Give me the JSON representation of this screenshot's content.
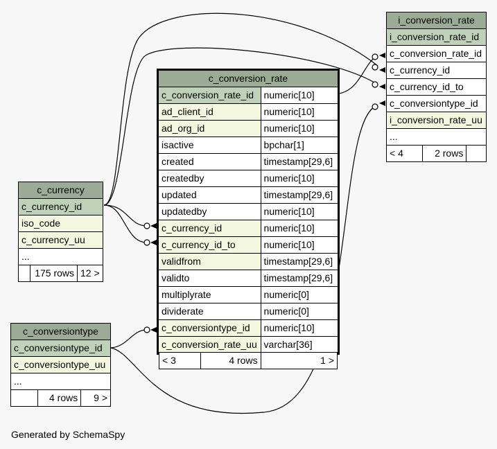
{
  "footer": "Generated by SchemaSpy",
  "c_conversion_rate": {
    "title": "c_conversion_rate",
    "columns": [
      {
        "name": "c_conversion_rate_id",
        "type": "numeric[10]"
      },
      {
        "name": "ad_client_id",
        "type": "numeric[10]"
      },
      {
        "name": "ad_org_id",
        "type": "numeric[10]"
      },
      {
        "name": "isactive",
        "type": "bpchar[1]"
      },
      {
        "name": "created",
        "type": "timestamp[29,6]"
      },
      {
        "name": "createdby",
        "type": "numeric[10]"
      },
      {
        "name": "updated",
        "type": "timestamp[29,6]"
      },
      {
        "name": "updatedby",
        "type": "numeric[10]"
      },
      {
        "name": "c_currency_id",
        "type": "numeric[10]"
      },
      {
        "name": "c_currency_id_to",
        "type": "numeric[10]"
      },
      {
        "name": "validfrom",
        "type": "timestamp[29,6]"
      },
      {
        "name": "validto",
        "type": "timestamp[29,6]"
      },
      {
        "name": "multiplyrate",
        "type": "numeric[0]"
      },
      {
        "name": "dividerate",
        "type": "numeric[0]"
      },
      {
        "name": "c_conversiontype_id",
        "type": "numeric[10]"
      },
      {
        "name": "c_conversion_rate_uu",
        "type": "varchar[36]"
      }
    ],
    "footer_left": "< 3",
    "footer_mid": "4 rows",
    "footer_right": "1 >"
  },
  "i_conversion_rate": {
    "title": "i_conversion_rate",
    "columns": [
      "i_conversion_rate_id",
      "c_conversion_rate_id",
      "c_currency_id",
      "c_currency_id_to",
      "c_conversiontype_id",
      "i_conversion_rate_uu",
      "..."
    ],
    "footer_left": "< 4",
    "footer_mid": "2 rows"
  },
  "c_currency": {
    "title": "c_currency",
    "columns": [
      "c_currency_id",
      "iso_code",
      "c_currency_uu",
      "..."
    ],
    "footer_mid": "175 rows",
    "footer_right": "12 >"
  },
  "c_conversiontype": {
    "title": "c_conversiontype",
    "columns": [
      "c_conversiontype_id",
      "c_conversiontype_uu",
      "..."
    ],
    "footer_mid": "4 rows",
    "footer_right": "9 >"
  }
}
